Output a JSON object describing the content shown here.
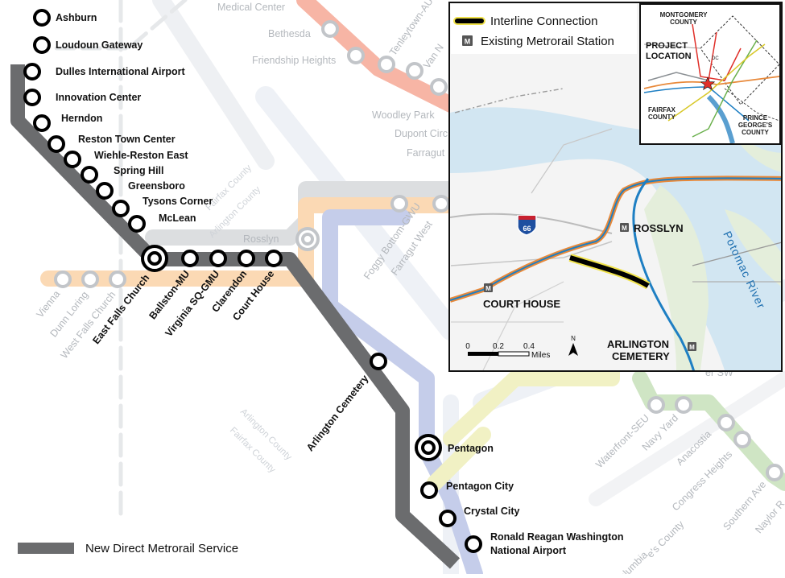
{
  "legend_main": {
    "label": "New Direct Metrorail Service",
    "color": "#6b6c6e"
  },
  "legend_inset": {
    "interline_label": "Interline Connection",
    "station_label": "Existing Metrorail Station",
    "station_glyph": "M"
  },
  "new_stations": [
    "Ashburn",
    "Loudoun Gateway",
    "Dulles International Airport",
    "Innovation Center",
    "Herndon",
    "Reston Town Center",
    "Wiehle-Reston East",
    "Spring Hill",
    "Greensboro",
    "Tysons Corner",
    "McLean",
    "East Falls Church",
    "Ballston-MU",
    "Virginia SQ-GMU",
    "Clarendon",
    "Court House",
    "Arlington Cemetery",
    "Pentagon",
    "Pentagon City",
    "Crystal City",
    "Ronald Reagan Washington",
    "National Airport"
  ],
  "ghost_stations": [
    "Medical Center",
    "Bethesda",
    "Friendship Heights",
    "Tenleytown-AU",
    "Van N",
    "Woodley Park",
    "Dupont Circ",
    "Farragut",
    "Rosslyn",
    "Foggy Bottom-GWU",
    "Farragut West",
    "Vienna",
    "Dunn Loring",
    "West Falls Church",
    "Waterfront-SEU",
    "Navy Yard",
    "Anacostia",
    "Congress Heights",
    "Southern Ave",
    "Naylor R",
    "er SW",
    "Columbia",
    "e's County"
  ],
  "county_labels": [
    "Fairfax County",
    "Arlington County",
    "Arlington County",
    "Fairfax County"
  ],
  "inset_map": {
    "rosslyn": "ROSSLYN",
    "court_house": "COURT HOUSE",
    "arlington_cemetery_1": "ARLINGTON",
    "arlington_cemetery_2": "CEMETERY",
    "river_label": "Potomac River",
    "highway": "66",
    "scale_ticks": [
      "0",
      "0.2",
      "0.4"
    ],
    "scale_unit": "Miles",
    "north": "N"
  },
  "locator_map": {
    "montgomery_1": "MONTGOMERY",
    "montgomery_2": "COUNTY",
    "project_1": "PROJECT",
    "project_2": "LOCATION",
    "dc": "DC",
    "fairfax_1": "FAIRFAX",
    "fairfax_2": "COUNTY",
    "pg_1": "PRINCE",
    "pg_2": "GEORGE'S",
    "pg_3": "COUNTY"
  },
  "colors": {
    "silver_ghost": "#dcdee0",
    "orange_ghost": "#fbd9b4",
    "blue_ghost": "#c5cdea",
    "yellow_ghost": "#f1f1c4",
    "red_ghost": "#f7b5a5",
    "green_ghost": "#cfe5c4",
    "new_service": "#6b6c6e",
    "interline": "#000000",
    "orange_line": "#e8893a",
    "blue_line": "#1e7fc3"
  }
}
